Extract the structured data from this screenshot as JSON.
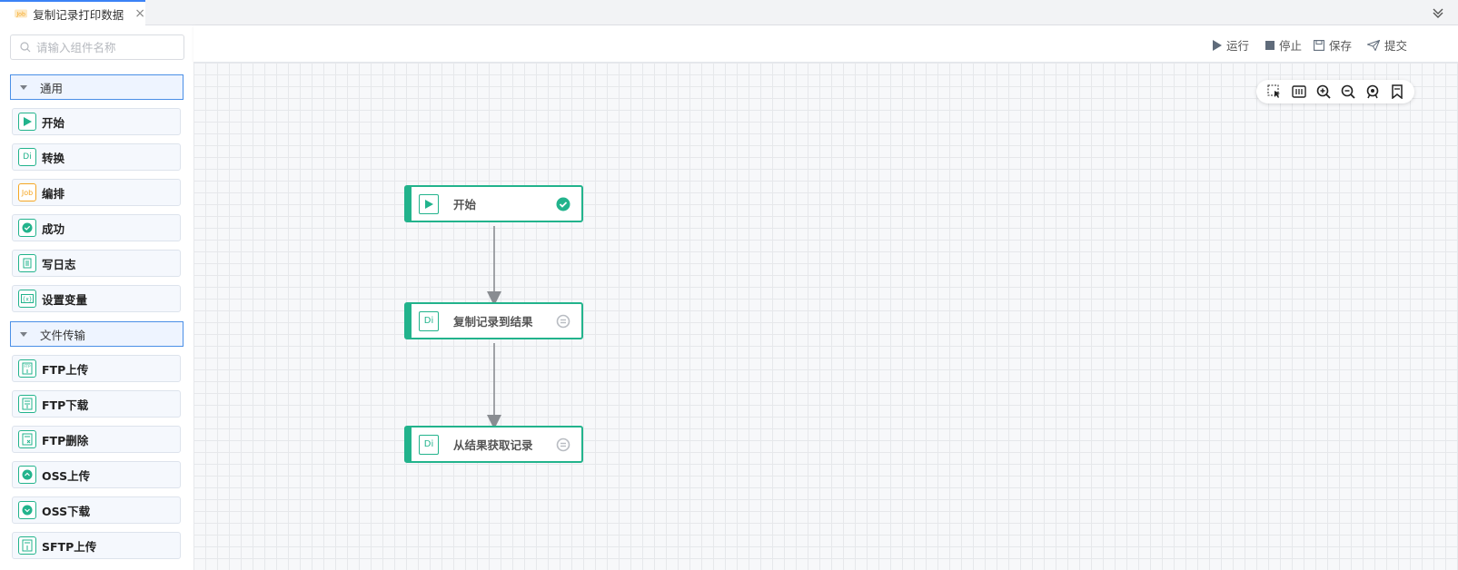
{
  "tab": {
    "title": "复制记录打印数据",
    "close": "×"
  },
  "sidebar": {
    "search_placeholder": "请输入组件名称",
    "groups": [
      {
        "label": "通用",
        "items": [
          {
            "label": "开始",
            "icon": "play-icon"
          },
          {
            "label": "转换",
            "icon": "di-icon",
            "icon_text": "Di"
          },
          {
            "label": "编排",
            "icon": "job-icon",
            "icon_text": "Job"
          },
          {
            "label": "成功",
            "icon": "check-circle-icon"
          },
          {
            "label": "写日志",
            "icon": "log-icon"
          },
          {
            "label": "设置变量",
            "icon": "variable-icon"
          }
        ]
      },
      {
        "label": "文件传输",
        "items": [
          {
            "label": "FTP上传",
            "icon": "ftp-upload-icon"
          },
          {
            "label": "FTP下载",
            "icon": "ftp-download-icon"
          },
          {
            "label": "FTP删除",
            "icon": "ftp-delete-icon"
          },
          {
            "label": "OSS上传",
            "icon": "cloud-upload-icon"
          },
          {
            "label": "OSS下载",
            "icon": "cloud-download-icon"
          },
          {
            "label": "SFTP上传",
            "icon": "sftp-upload-icon"
          }
        ]
      }
    ]
  },
  "toolbar": {
    "run": "运行",
    "stop": "停止",
    "save": "保存",
    "submit": "提交"
  },
  "nodes": [
    {
      "label": "开始",
      "icon_text": "",
      "status": "success"
    },
    {
      "label": "复制记录到结果",
      "icon_text": "Di",
      "status": "pending"
    },
    {
      "label": "从结果获取记录",
      "icon_text": "Di",
      "status": "pending"
    }
  ],
  "colors": {
    "accent": "#22b38c",
    "group_border": "#4a8fe7",
    "tab_top": "#3b82f6"
  }
}
